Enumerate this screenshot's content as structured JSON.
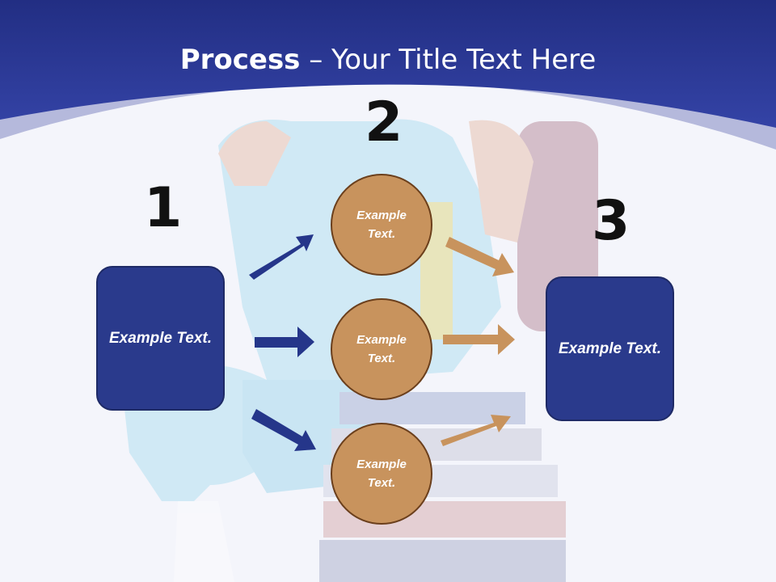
{
  "header": {
    "title_bold": "Process",
    "title_rest": " – Your Title Text Here",
    "color": "#2b3a96"
  },
  "steps": {
    "step1": {
      "number": "1",
      "text": "Example Text."
    },
    "step2": {
      "number": "2",
      "items": [
        "Example Text.",
        "Example Text.",
        "Example Text."
      ]
    },
    "step3": {
      "number": "3",
      "text": "Example Text."
    }
  },
  "colors": {
    "box": "#2a3a8c",
    "circle": "#c8935d",
    "arrow_blue": "#25368a",
    "arrow_tan": "#c8935d"
  },
  "icons": [
    "arrow-right-icon"
  ]
}
